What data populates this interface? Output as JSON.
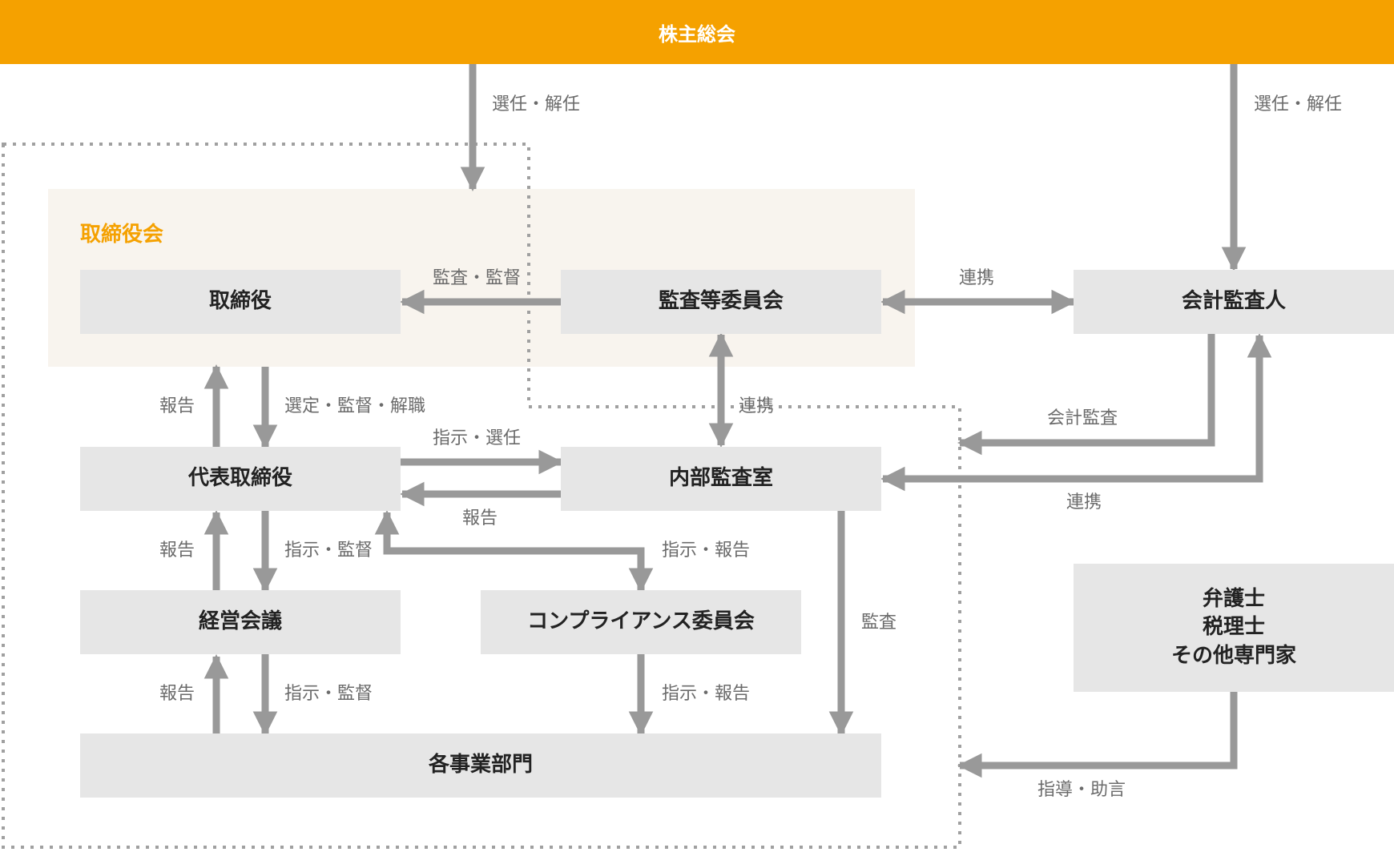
{
  "colors": {
    "accent": "#f5a100",
    "board_bg": "#f8f4ee",
    "box_bg": "#e6e6e6",
    "arrow": "#999999",
    "label": "#6b6b6b"
  },
  "shareholders": "株主総会",
  "board": {
    "title": "取締役会",
    "directors": "取締役",
    "audit_committee": "監査等委員会"
  },
  "auditor": "会計監査人",
  "president": "代表取締役",
  "internal_audit": "内部監査室",
  "management_meeting": "経営会議",
  "compliance": "コンプライアンス委員会",
  "business_units": "各事業部門",
  "experts": [
    "弁護士",
    "税理士",
    "その他専門家"
  ],
  "labels": {
    "elect_left": "選任・解任",
    "elect_right": "選任・解任",
    "audit_supervise": "監査・監督",
    "collab_auditor": "連携",
    "report_president": "報告",
    "select_supervise_dismiss": "選定・監督・解職",
    "collab_internal": "連携",
    "instruct_select": "指示・選任",
    "accounting_audit": "会計監査",
    "report_internal": "報告",
    "collab_auditor_internal": "連携",
    "report_mgmt": "報告",
    "instruct_supervise_mgmt": "指示・監督",
    "instruct_report_compliance": "指示・報告",
    "audit_units": "監査",
    "report_units": "報告",
    "instruct_supervise_units": "指示・監督",
    "instruct_report_units": "指示・報告",
    "guidance_advice": "指導・助言"
  }
}
